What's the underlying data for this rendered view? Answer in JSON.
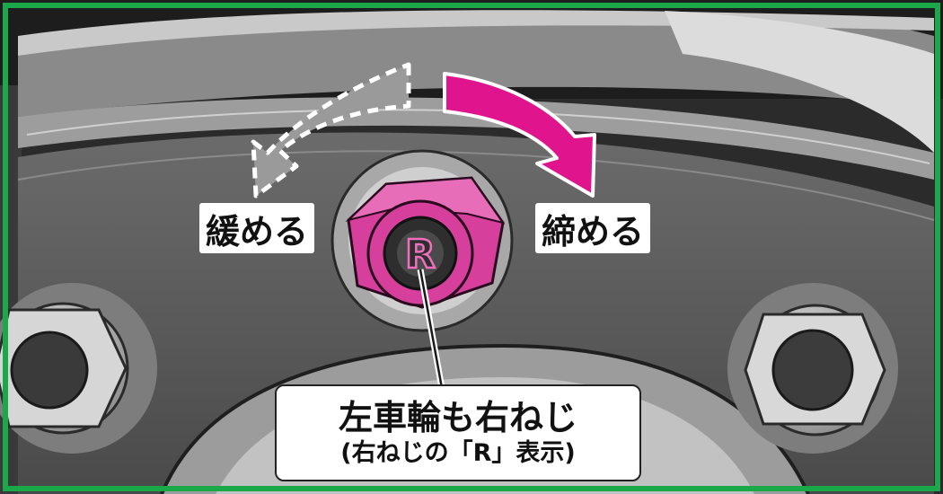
{
  "labels": {
    "loosen": "緩める",
    "tighten": "締める",
    "callout_main": "左車輪も右ねじ",
    "callout_sub": "(右ねじの「R」表示)",
    "nut_mark": "R"
  },
  "colors": {
    "frame": "#1aa84a",
    "tighten_arrow": "#e0148c",
    "loosen_arrow": "#9a9a9a",
    "nut": "#d63f9c"
  },
  "icons": {
    "tighten_arrow": "clockwise-arrow-icon",
    "loosen_arrow": "counterclockwise-arrow-icon"
  }
}
